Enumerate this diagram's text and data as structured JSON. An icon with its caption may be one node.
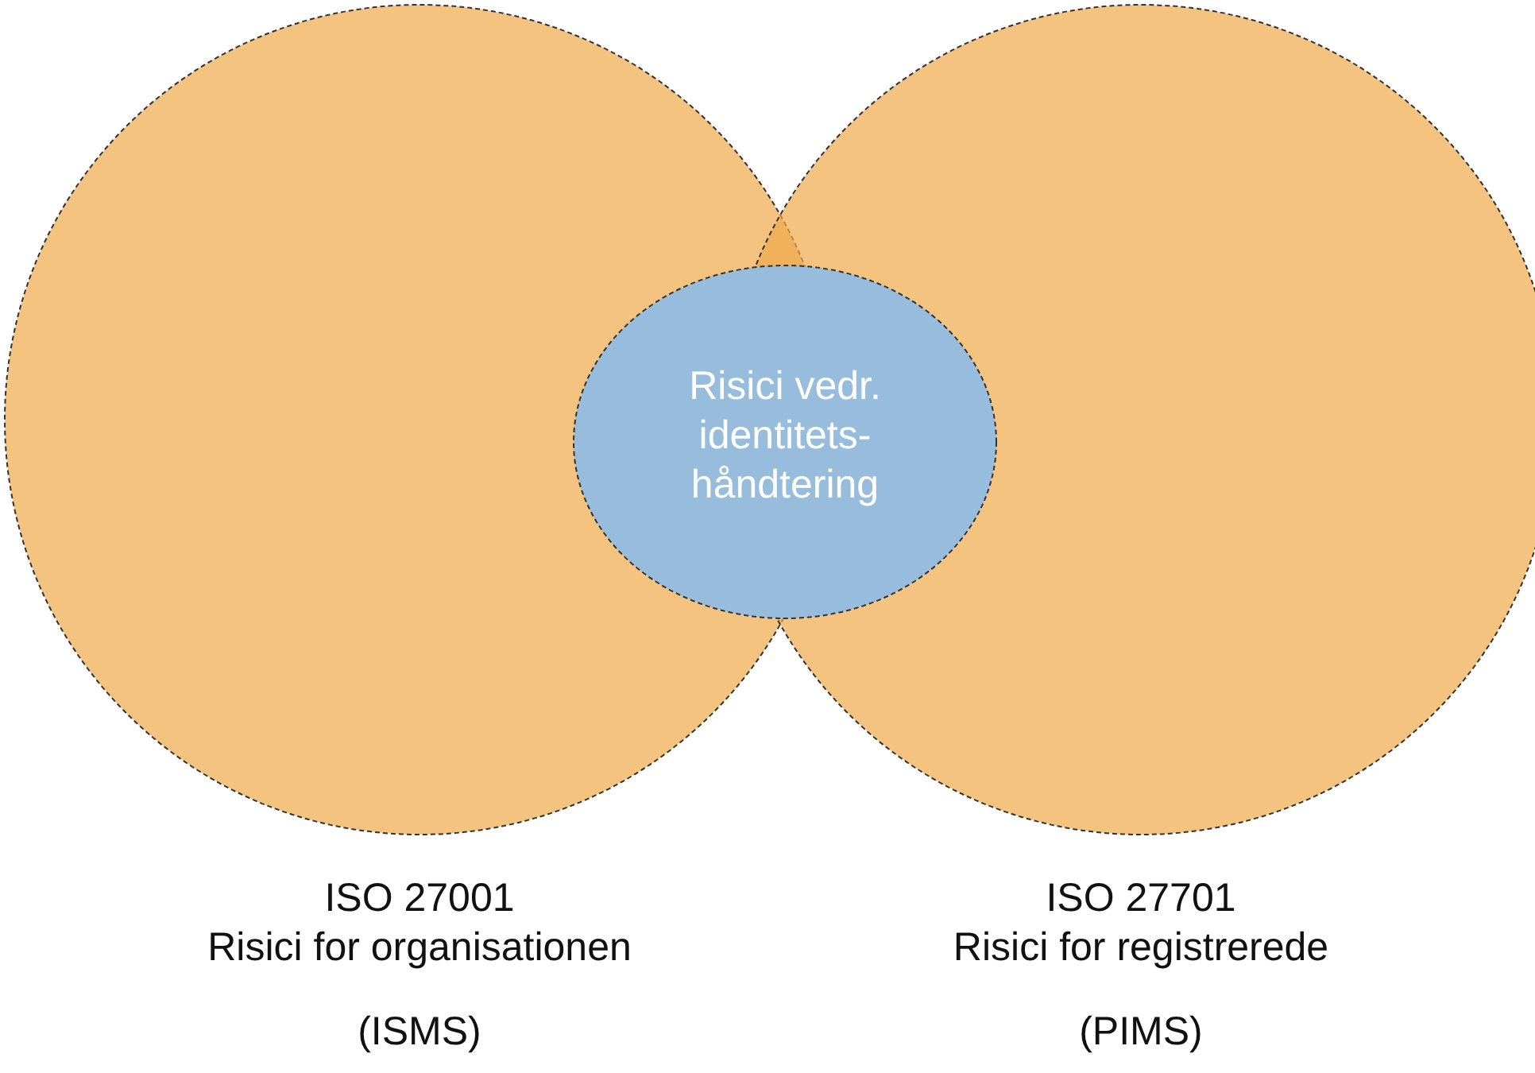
{
  "diagram": {
    "nodes": [
      {
        "text": [
          "ISO 27001",
          "Risici for organisationen",
          "(ISMS)"
        ]
      },
      {
        "text": [
          "ISO 27701",
          "Risici for registrerede",
          "(PIMS)"
        ]
      },
      {
        "text": [
          "Risici vedr. identitets- håndtering"
        ]
      }
    ]
  }
}
